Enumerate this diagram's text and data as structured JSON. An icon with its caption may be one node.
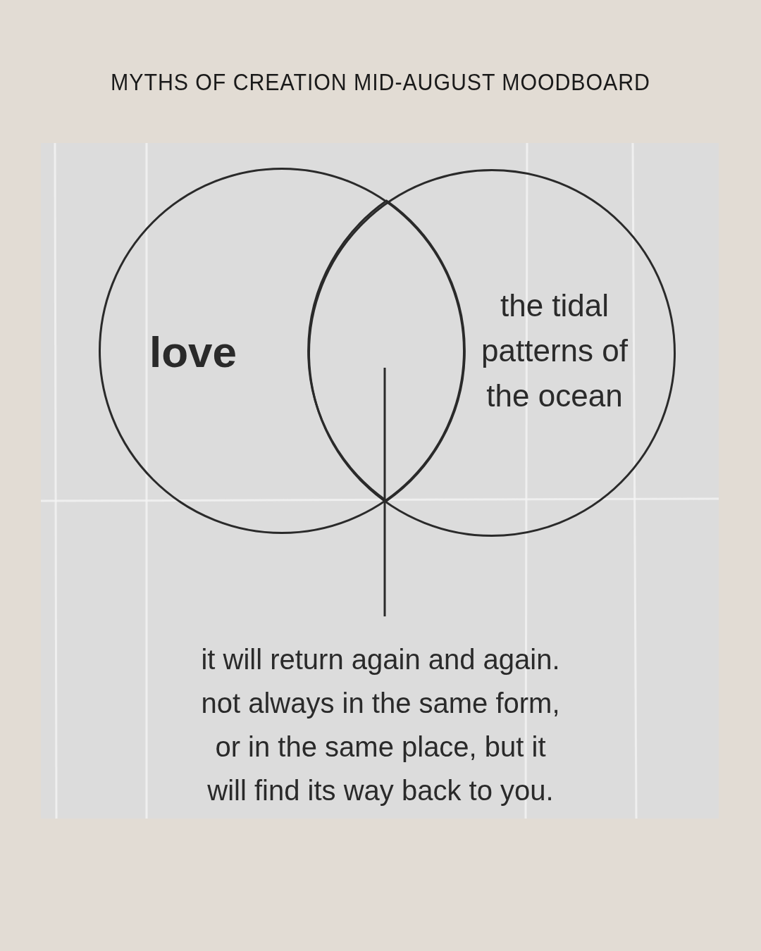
{
  "diagram": {
    "title": "MYTHS OF CREATION MID-AUGUST MOODBOARD",
    "nodes": [
      {
        "text": [
          "love"
        ]
      },
      {
        "text": [
          "the tidal patterns of the ocean"
        ]
      },
      {
        "text": [],
        "shape": "lens"
      },
      {
        "text": [
          "it will return again and again. not always in the same form, or in the same place, but it will find its way back to you."
        ]
      }
    ],
    "edges": [
      {
        "from": 3,
        "to": 2,
        "arrow": "none"
      }
    ]
  }
}
